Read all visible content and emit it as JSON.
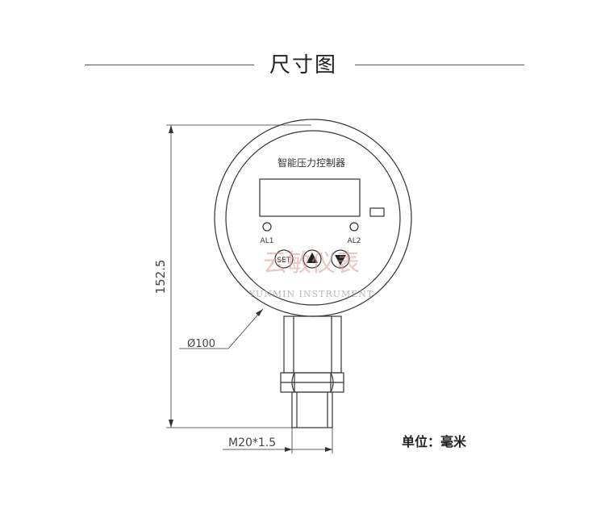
{
  "header": {
    "title": "尺寸图"
  },
  "gauge": {
    "face_text": "智能压力控制器",
    "alarm_1": "AL1",
    "alarm_2": "AL2",
    "set_button": "SET"
  },
  "watermark": {
    "brand_cn": "云敏仪表",
    "brand_en": "YUNMIN INSTRUMENT"
  },
  "dimensions": {
    "height": "152.5",
    "diameter": "Ø100",
    "thread": "M20*1.5"
  },
  "unit_note": "单位：毫米",
  "colors": {
    "line": "#333333",
    "watermark": "#d99a9a"
  }
}
